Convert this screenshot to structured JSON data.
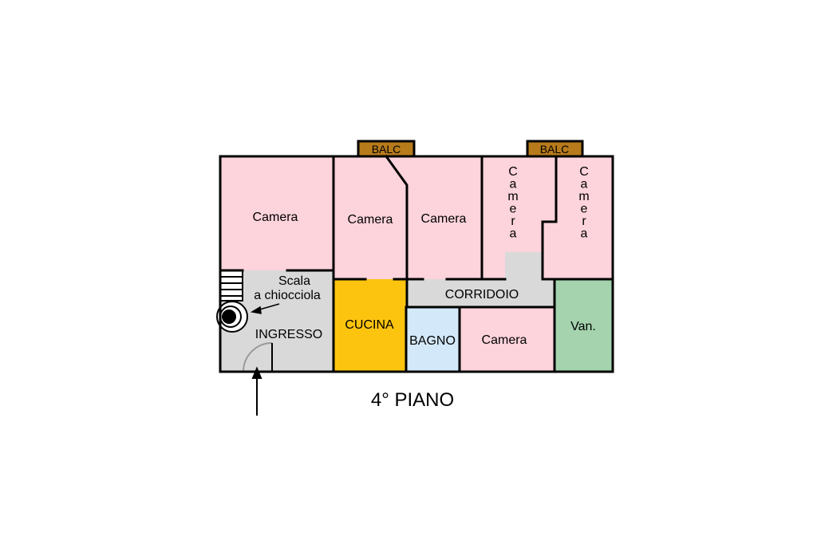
{
  "colors": {
    "camera": "#FDD3DC",
    "cucina": "#FDC40F",
    "bagno": "#D3E8F8",
    "vano": "#A4D3AE",
    "corridor": "#D9D9D9",
    "balcony": "#B77B1B",
    "wall": "#000000"
  },
  "rooms": {
    "camera_top_left": "Camera",
    "camera_top_mid_left": "Camera",
    "camera_top_mid_right": "Camera",
    "camera_vertical_1": "Camera",
    "camera_vertical_2": "Camera",
    "camera_bottom": "Camera",
    "corridoio": "CORRIDOIO",
    "cucina": "CUCINA",
    "bagno": "BAGNO",
    "vano": "Van.",
    "ingresso": "INGRESSO",
    "scala_line1": "Scala",
    "scala_line2": "a chiocciola"
  },
  "balconies": [
    "BALC",
    "BALC"
  ],
  "floor_label": "4° PIANO"
}
